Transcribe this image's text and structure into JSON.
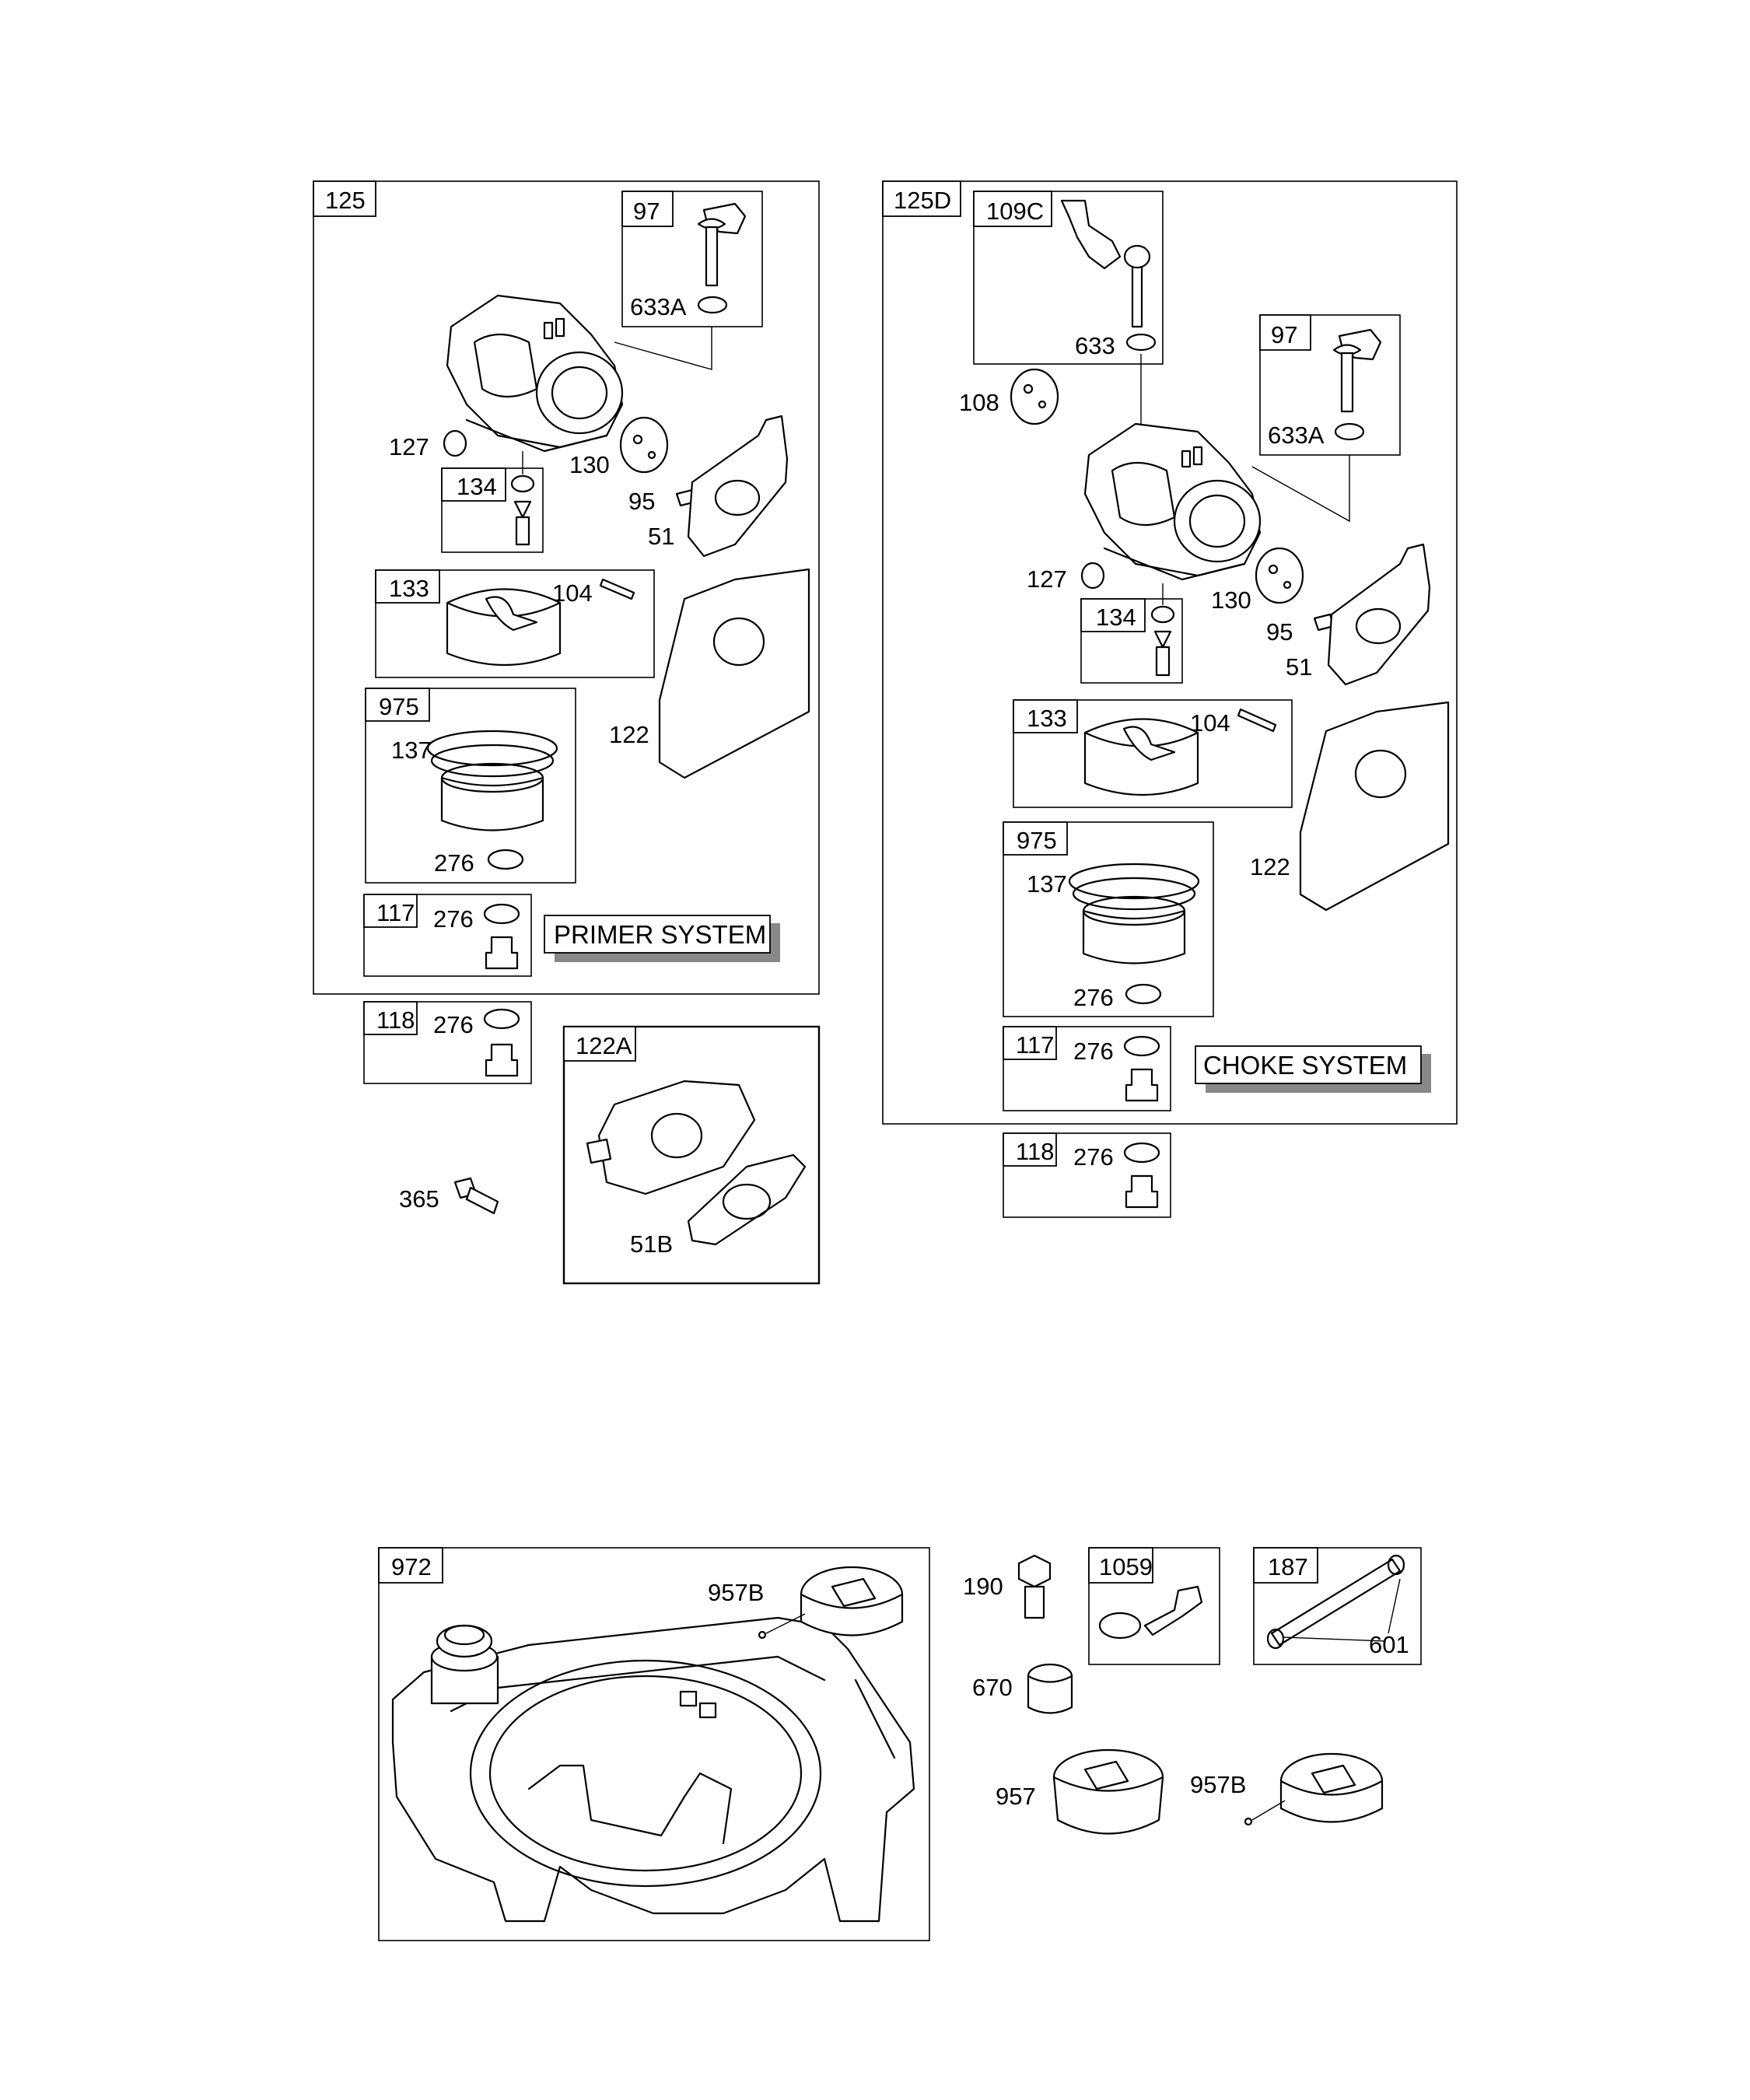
{
  "diagram": {
    "primer_assembly": {
      "box_label": "125",
      "system_label": "PRIMER SYSTEM",
      "callouts": {
        "p97": "97",
        "p633A": "633A",
        "p127": "127",
        "p130": "130",
        "p134": "134",
        "p95": "95",
        "p51": "51",
        "p133": "133",
        "p104": "104",
        "p975": "975",
        "p137": "137",
        "p276a": "276",
        "p122": "122",
        "p117": "117",
        "p276b": "276"
      }
    },
    "primer_extras": {
      "p118": "118",
      "p276": "276",
      "p122A": "122A",
      "p51B": "51B",
      "p365": "365"
    },
    "choke_assembly": {
      "box_label": "125D",
      "system_label": "CHOKE SYSTEM",
      "callouts": {
        "p109C": "109C",
        "p633": "633",
        "p108": "108",
        "p97": "97",
        "p633A": "633A",
        "p127": "127",
        "p130": "130",
        "p134": "134",
        "p95": "95",
        "p51": "51",
        "p133": "133",
        "p104": "104",
        "p975": "975",
        "p137": "137",
        "p276a": "276",
        "p122": "122",
        "p117": "117",
        "p276b": "276"
      }
    },
    "choke_extras": {
      "p118": "118",
      "p276": "276"
    },
    "fuel_tank": {
      "p972": "972",
      "p957B_top": "957B",
      "p190": "190",
      "p1059": "1059",
      "p187": "187",
      "p601": "601",
      "p670": "670",
      "p957": "957",
      "p957B": "957B"
    }
  }
}
